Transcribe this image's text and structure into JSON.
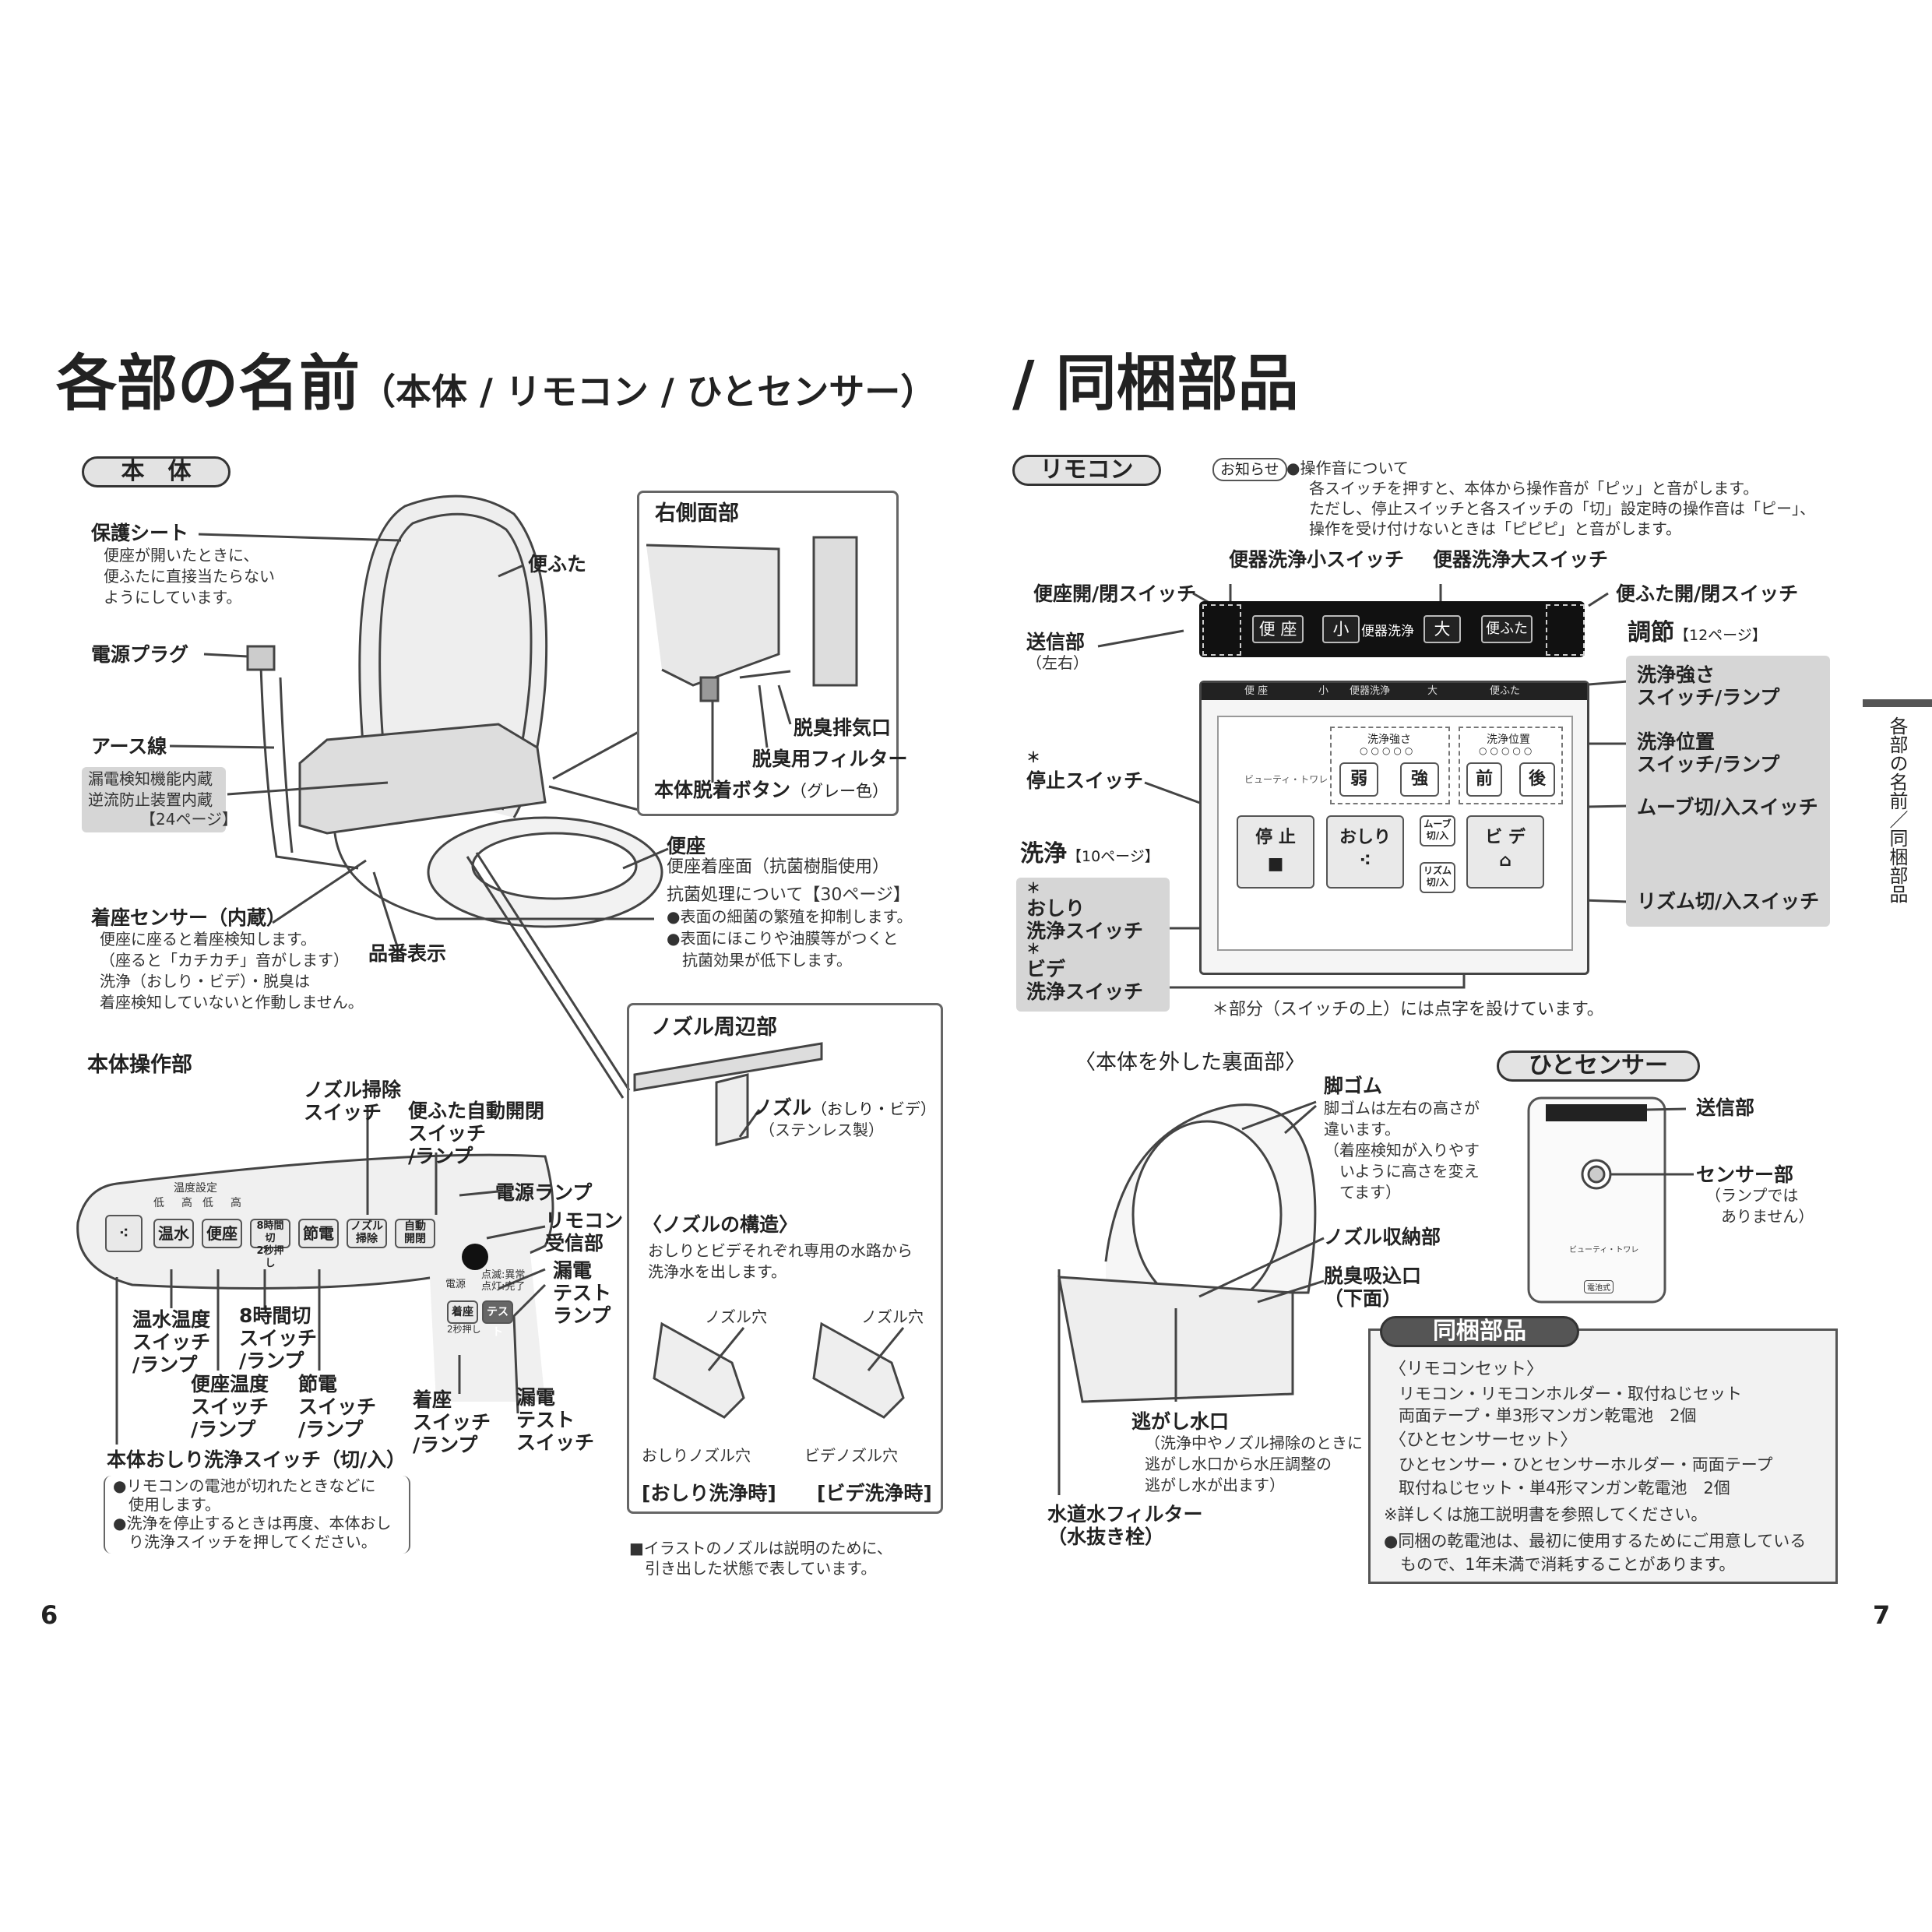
{
  "header": {
    "title_main": "各部の名前",
    "title_sub": "（本体 / リモコン / ひとセンサー）",
    "title_right": "/ 同梱部品"
  },
  "left": {
    "section_pill": "本　体",
    "right_side": {
      "title": "右側面部",
      "deodorize_exhaust": "脱臭排気口",
      "deodorize_filter": "脱臭用フィルター",
      "detach_button": "本体脱着ボタン",
      "detach_button_note": "（グレー色）"
    },
    "labels": {
      "protect_sheet": "保護シート",
      "protect_sheet_desc": "便座が開いたときに、\n便ふたに直接当たらない\nようにしています。",
      "lid": "便ふた",
      "power_plug": "電源プラグ",
      "earth_wire": "アース線",
      "leak_note": "漏電検知機能内蔵\n逆流防止装置内蔵",
      "leak_page": "【24ページ】",
      "seat": "便座",
      "seat_surface": "便座着座面（抗菌樹脂使用）",
      "antibac_title": "抗菌処理について【30ページ】",
      "antibac_b1": "●表面の細菌の繁殖を抑制します。",
      "antibac_b2": "●表面にほこりや油膜等がつくと",
      "antibac_b3": "　抗菌効果が低下します。",
      "sensor": "着座センサー（内蔵）",
      "sensor_desc": "便座に座ると着座検知します。\n（座ると「カチカチ」音がします）\n洗浄（おしり・ビデ）・脱臭は\n着座検知していないと作動しません。",
      "model_no": "品番表示"
    },
    "ops": {
      "title": "本体操作部",
      "nozzle_clean": "ノズル掃除\nスイッチ",
      "auto_lid": "便ふた自動開閉\nスイッチ\n/ランプ",
      "power_lamp": "電源ランプ",
      "remote_rx": "リモコン\n受信部",
      "leak_test_lamp": "漏電\nテスト\nランプ",
      "water_temp": "温水温度\nスイッチ\n/ランプ",
      "timer8": "8時間切\nスイッチ\n/ランプ",
      "seat_temp": "便座温度\nスイッチ\n/ランプ",
      "eco": "節電\nスイッチ\n/ランプ",
      "seated": "着座\nスイッチ\n/ランプ",
      "leak_test_sw": "漏電\nテスト\nスイッチ",
      "main_wash": "本体おしり洗浄スイッチ（切/入）",
      "main_wash_b1": "●リモコンの電池が切れたときなどに",
      "main_wash_b1b": "　使用します。",
      "main_wash_b2": "●洗浄を停止するときは再度、本体おし",
      "main_wash_b2b": "　り洗浄スイッチを押してください。"
    },
    "panel": {
      "temp_setting": "温度設定",
      "low": "低",
      "high": "高",
      "btn_water": "温水",
      "btn_seat": "便座",
      "btn_timer_a": "8時間切",
      "btn_timer_b": "2秒押し",
      "btn_eco": "節電",
      "btn_nozzle_a": "ノズル",
      "btn_nozzle_b": "掃除",
      "btn_auto_a": "自動",
      "btn_auto_b": "開閉",
      "ind_power": "電源",
      "ind_status_a": "点滅:異常",
      "ind_status_b": "点灯:完了",
      "btn_seated": "着座",
      "two_sec": "2秒押し",
      "btn_test": "テスト"
    }
  },
  "nozzle": {
    "title": "ノズル周辺部",
    "nozzle_label": "ノズル",
    "nozzle_label_sub": "（おしり・ビデ）",
    "nozzle_material": "（ステンレス製）",
    "structure_title": "〈ノズルの構造〉",
    "structure_desc": "おしりとビデそれぞれ専用の水路から\n洗浄水を出します。",
    "hole1": "ノズル穴",
    "hole2": "ノズル穴",
    "oshiri_hole": "おしりノズル穴",
    "bidet_hole": "ビデノズル穴",
    "oshiri_mode": "[おしり洗浄時]",
    "bidet_mode": "[ビデ洗浄時]",
    "footnote1": "■イラストのノズルは説明のために、",
    "footnote2": "　引き出した状態で表しています。"
  },
  "remote": {
    "pill": "リモコン",
    "notice_tag": "お知らせ",
    "notice1": "●操作音について",
    "notice2": "各スイッチを押すと、本体から操作音が「ピッ」と音がします。",
    "notice3": "ただし、停止スイッチと各スイッチの「切」設定時の操作音は「ピー」、",
    "notice4": "操作を受け付けないときは「ピピピ」と音がします。",
    "flush_small": "便器洗浄小スイッチ",
    "flush_large": "便器洗浄大スイッチ",
    "seat_sw": "便座開/閉スイッチ",
    "lid_sw": "便ふた開/閉スイッチ",
    "transmitter": "送信部",
    "transmitter_sub": "（左右）",
    "adjust": "調節",
    "adjust_page": "【12ページ】",
    "strength": "洗浄強さ\nスイッチ/ランプ",
    "position": "洗浄位置\nスイッチ/ランプ",
    "move": "ムーブ切/入スイッチ",
    "rhythm": "リズム切/入スイッチ",
    "stop": "停止スイッチ",
    "star": "＊",
    "wash": "洗浄",
    "wash_page": "【10ページ】",
    "oshiri_sw": "おしり\n洗浄スイッチ",
    "bidet_sw": "ビデ\n洗浄スイッチ",
    "braille": "＊部分（スイッチの上）には点字を設けています。",
    "top_seat": "便 座",
    "top_small": "小",
    "top_flush": "便器洗浄",
    "top_large": "大",
    "top_lid": "便ふた",
    "panel_brand": "ビューティ・トワレ",
    "p_strength": "洗浄強さ",
    "p_position": "洗浄位置",
    "p_weak": "弱",
    "p_strong": "強",
    "p_front": "前",
    "p_back": "後",
    "p_stop": "停 止",
    "p_oshiri": "おしり",
    "p_move_a": "ムーブ",
    "p_move_b": "切/入",
    "p_rhythm_a": "リズム",
    "p_rhythm_b": "切/入",
    "p_bidet": "ビ デ"
  },
  "underside": {
    "title": "〈本体を外した裏面部〉",
    "feet": "脚ゴム",
    "feet_desc": "脚ゴムは左右の高さが\n違います。\n（着座検知が入りやす\n　いように高さを変え\n　てます）",
    "nozzle_storage": "ノズル収納部",
    "intake": "脱臭吸込口\n（下面）",
    "relief": "逃がし水口",
    "relief_desc": "（洗浄中やノズル掃除のときに\n逃がし水口から水圧調整の\n逃がし水が出ます）",
    "filter": "水道水フィルター\n（水抜き栓）"
  },
  "hito": {
    "pill": "ひとセンサー",
    "transmitter": "送信部",
    "sensor": "センサー部",
    "sensor_desc": "（ランプでは\n　ありません）",
    "brand": "ビューティ・トワレ",
    "battery": "電池式"
  },
  "bundle": {
    "pill": "同梱部品",
    "remote_set": "〈リモコンセット〉",
    "remote_items1": "リモコン・リモコンホルダー・取付ねじセット",
    "remote_items2": "両面テープ・単3形マンガン乾電池　2個",
    "hito_set": "〈ひとセンサーセット〉",
    "hito_items1": "ひとセンサー・ひとセンサーホルダー・両面テープ",
    "hito_items2": "取付ねじセット・単4形マンガン乾電池　2個",
    "note1": "※詳しくは施工説明書を参照してください。",
    "note2": "●同梱の乾電池は、最初に使用するためにご用意している",
    "note3": "　もので、1年未満で消耗することがあります。"
  },
  "side_tab": "各部の名前／同梱部品",
  "page_left": "6",
  "page_right": "7"
}
